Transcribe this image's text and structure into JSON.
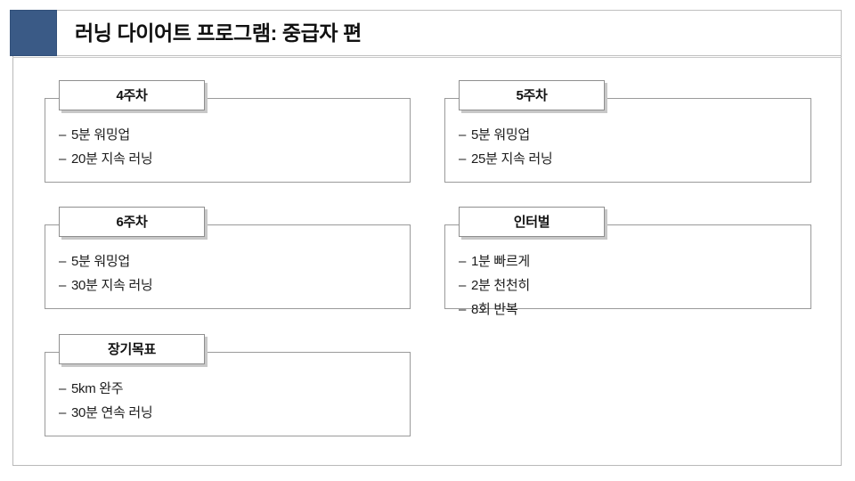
{
  "header": {
    "title": "러닝 다이어트 프로그램: 중급자 편",
    "accent_color": "#3a5a86"
  },
  "cards": [
    {
      "title": "4주차",
      "items": [
        "5분 워밍업",
        "20분 지속 러닝"
      ]
    },
    {
      "title": "5주차",
      "items": [
        "5분 워밍업",
        "25분 지속 러닝"
      ]
    },
    {
      "title": "6주차",
      "items": [
        "5분 워밍업",
        "30분 지속 러닝"
      ]
    },
    {
      "title": "인터벌",
      "items": [
        "1분 빠르게",
        "2분 천천히",
        "8회 반복"
      ]
    },
    {
      "title": "장기목표",
      "items": [
        "5km 완주",
        "30분 연속 러닝"
      ]
    }
  ],
  "bullet_marker": "–"
}
